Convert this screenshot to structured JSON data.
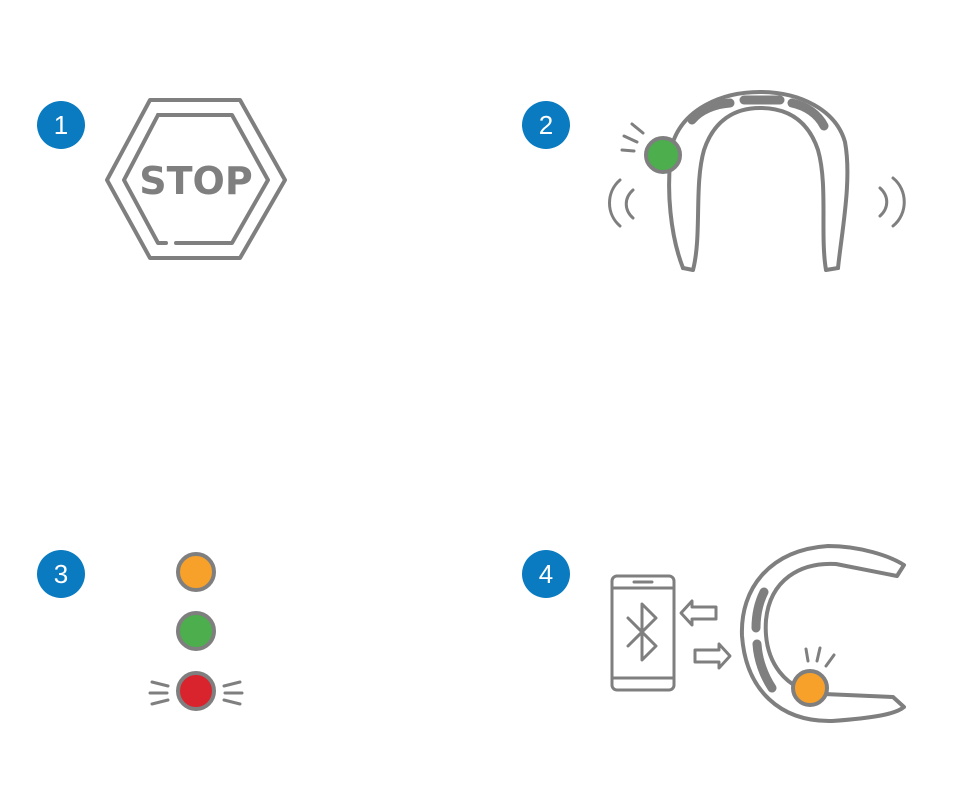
{
  "colors": {
    "badge": "#0a7bc0",
    "outline": "#7f7f7f",
    "led_green": "#4cae4c",
    "led_orange": "#f7a12b",
    "led_red": "#d9232d"
  },
  "steps": [
    {
      "number": "1",
      "icon": "stop-sign-icon"
    },
    {
      "number": "2",
      "icon": "headset-vibrating-green-led-icon"
    },
    {
      "number": "3",
      "icon": "led-status-indicator-icon"
    },
    {
      "number": "4",
      "icon": "bluetooth-phone-pairing-icon"
    }
  ],
  "stop_sign": {
    "text": "STOP"
  }
}
